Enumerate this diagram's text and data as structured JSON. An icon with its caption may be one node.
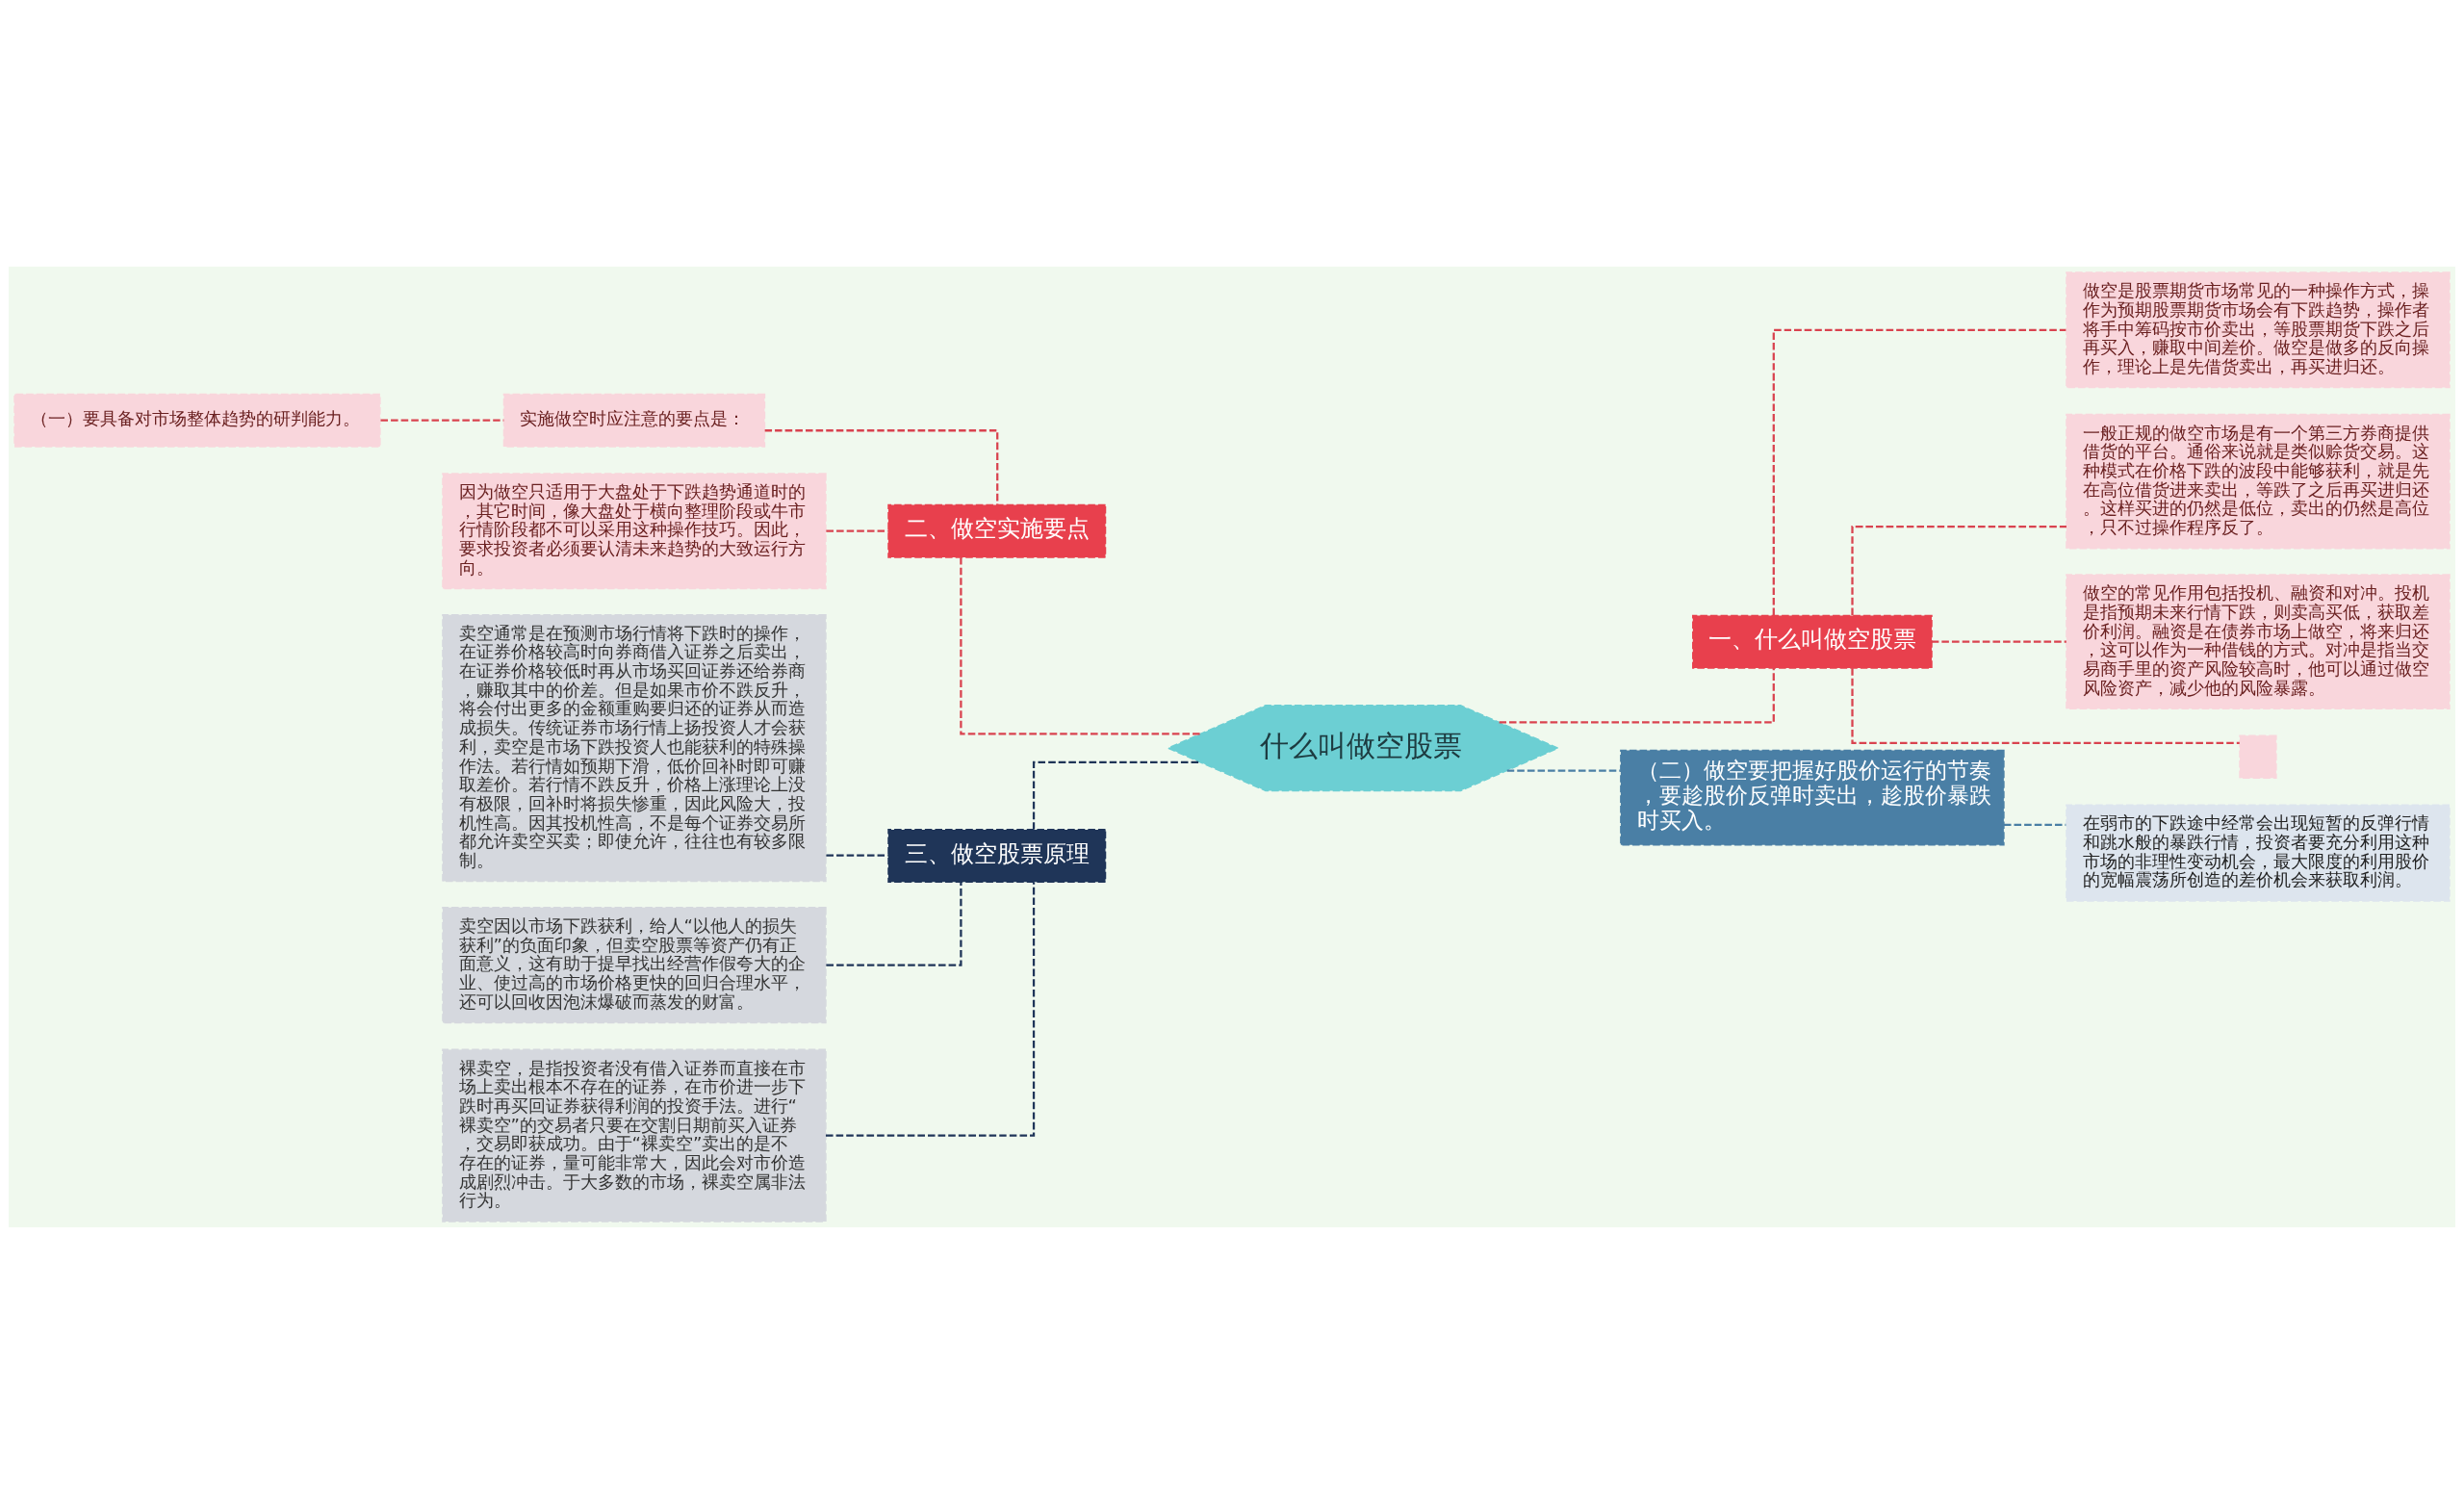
{
  "diagram": {
    "nodes": [
      {
        "text": [
          "什么叫做空股票"
        ]
      },
      {
        "text": [
          "一、什么叫做空股票"
        ]
      },
      {
        "text": [
          "做空是股票期货市场常见的一种操作方式，操作为预期股票期货市场会有下跌趋势，操作者将手中筹码按市价卖出，等股票期货下跌之后再买入，赚取中间差价。做空是做多的反向操作，理论上是先借货卖出，再买进归还。"
        ]
      },
      {
        "text": [
          "一般正规的做空市场是有一个第三方券商提供借货的平台。通俗来说就是类似赊货交易。这种模式在价格下跌的波段中能够获利，就是先在高位借货进来卖出，等跌了之后再买进归还。这样买进的仍然是低位，卖出的仍然是高位，只不过操作程序反了。"
        ]
      },
      {
        "text": [
          "做空的常见作用包括投机、融资和对冲。投机是指预期未来行情下跌，则卖高买低，获取差价利润。融资是在债券市场上做空，将来归还，这可以作为一种借钱的方式。对冲是指当交易商手里的资产风险较高时，他可以通过做空风险资产，减少他的风险暴露。"
        ]
      },
      {
        "text": [],
        "shape": "box"
      },
      {
        "text": [
          "（二）做空要把握好股价运行的节奏，要趁股价反弹时卖出，趁股价暴跌时买入。"
        ]
      },
      {
        "text": [
          "在弱市的下跌途中经常会出现短暂的反弹行情和跳水般的暴跌行情，投资者要充分利用这种市场的非理性变动机会，最大限度的利用股价的宽幅震荡所创造的差价机会来获取利润。"
        ]
      },
      {
        "text": [
          "二、做空实施要点"
        ]
      },
      {
        "text": [
          "实施做空时应注意的要点是："
        ]
      },
      {
        "text": [
          "（一）要具备对市场整体趋势的研判能力。"
        ]
      },
      {
        "text": [
          "因为做空只适用于大盘处于下跌趋势通道时的，其它时间，像大盘处于横向整理阶段或牛市行情阶段都不可以采用这种操作技巧。因此，要求投资者必须要认清未来趋势的大致运行方向。"
        ]
      },
      {
        "text": [
          "三、做空股票原理"
        ]
      },
      {
        "text": [
          "卖空通常是在预测市场行情将下跌时的操作，在证券价格较高时向券商借入证券之后卖出，在证券价格较低时再从市场买回证券还给券商，赚取其中的价差。但是如果市价不跌反升，将会付出更多的金额重购要归还的证券从而造成损失。传统证券市场行情上扬投资人才会获利，卖空是市场下跌投资人也能获利的特殊操作法。若行情如预期下滑，低价回补时即可赚取差价。若行情不跌反升，价格上涨理论上没有极限，回补时将损失惨重，因此风险大，投机性高。因其投机性高，不是每个证券交易所都允许卖空买卖；即使允许，往往也有较多限制。"
        ]
      },
      {
        "text": [
          "卖空因以市场下跌获利，给人“以他人的损失获利”的负面印象，但卖空股票等资产仍有正面意义，这有助于提早找出经营作假夸大的企业、使过高的市场价格更快的回归合理水平，还可以回收因泡沫爆破而蒸发的财富。"
        ]
      },
      {
        "text": [
          "裸卖空，是指投资者没有借入证券而直接在市场上卖出根本不存在的证券，在市价进一步下跌时再买回证券获得利润的投资手法。进行“裸卖空”的交易者只要在交割日期前买入证券，交易即获成功。由于“裸卖空”卖出的是不存在的证券，量可能非常大，因此会对市价造成剧烈冲击。于大多数的市场，裸卖空属非法行为。"
        ]
      }
    ],
    "edges": [
      {
        "from": 0,
        "to": 1,
        "arrow": "none",
        "style": "dashed"
      },
      {
        "from": 1,
        "to": 2,
        "arrow": "none",
        "style": "dashed"
      },
      {
        "from": 1,
        "to": 3,
        "arrow": "none",
        "style": "dashed"
      },
      {
        "from": 1,
        "to": 4,
        "arrow": "none",
        "style": "dashed"
      },
      {
        "from": 1,
        "to": 5,
        "arrow": "none",
        "style": "dashed"
      },
      {
        "from": 0,
        "to": 6,
        "arrow": "none",
        "style": "dashed",
        "color": "#4a7fa5"
      },
      {
        "from": 6,
        "to": 7,
        "arrow": "none",
        "style": "dashed",
        "color": "#4a7fa5"
      },
      {
        "from": 0,
        "to": 8,
        "arrow": "none",
        "style": "dashed"
      },
      {
        "from": 8,
        "to": 9,
        "arrow": "none",
        "style": "dashed"
      },
      {
        "from": 9,
        "to": 10,
        "arrow": "none",
        "style": "dashed"
      },
      {
        "from": 8,
        "to": 11,
        "arrow": "none",
        "style": "dashed"
      },
      {
        "from": 0,
        "to": 12,
        "arrow": "none",
        "style": "dashed",
        "color": "#1f3558"
      },
      {
        "from": 12,
        "to": 13,
        "arrow": "none",
        "style": "dashed",
        "color": "#1f3558"
      },
      {
        "from": 12,
        "to": 14,
        "arrow": "none",
        "style": "dashed",
        "color": "#1f3558"
      },
      {
        "from": 12,
        "to": 15,
        "arrow": "none",
        "style": "dashed",
        "color": "#1f3558"
      }
    ]
  }
}
